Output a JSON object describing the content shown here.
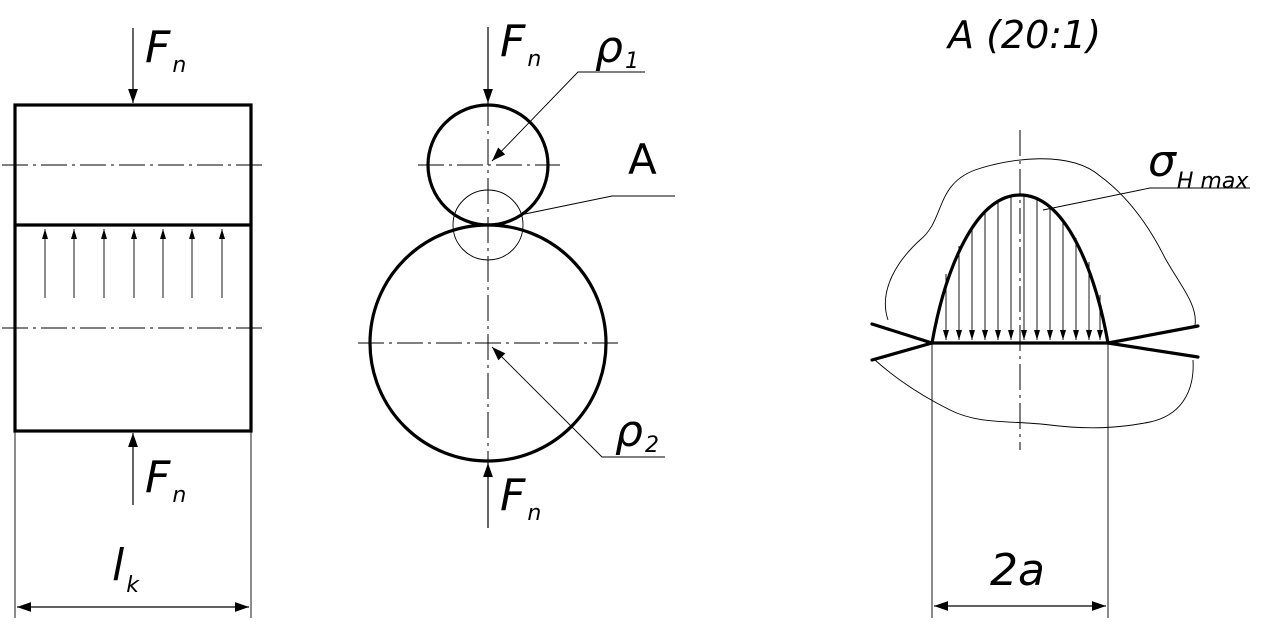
{
  "labels": {
    "force_main": "F",
    "force_sub": "n",
    "length_main": "l",
    "length_sub": "k",
    "rho_main": "ρ",
    "rho1_sub": "1",
    "rho2_sub": "2",
    "detail_marker": "A",
    "detail_title": "A (20:1)",
    "sigma_main": "σ",
    "sigma_sub": "H max",
    "width_label": "2a"
  }
}
